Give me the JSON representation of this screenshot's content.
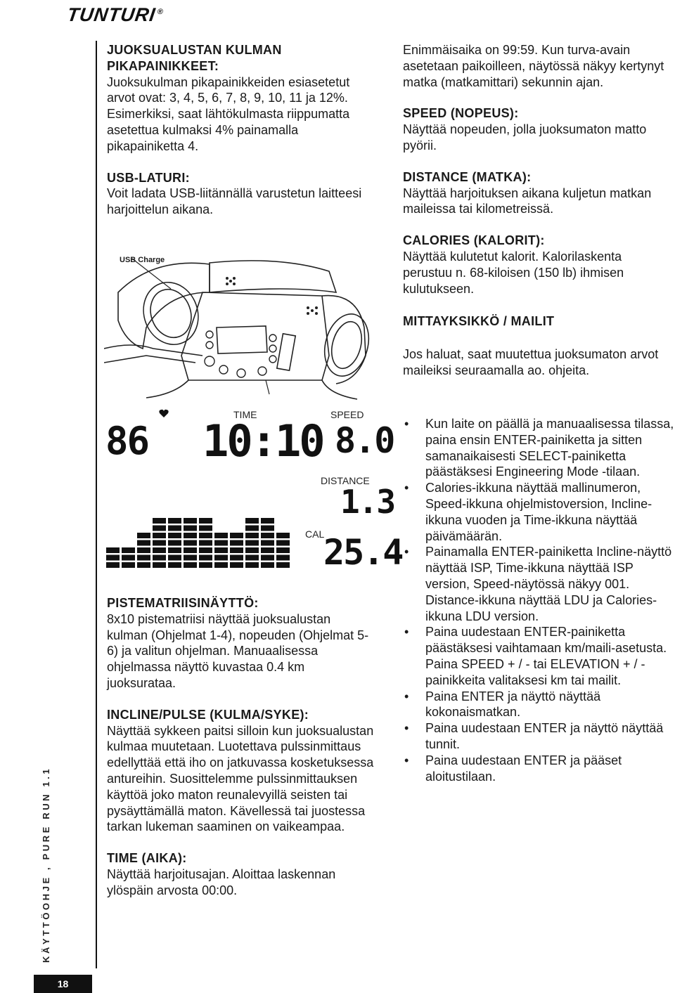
{
  "header": {
    "logo": "TUNTURI",
    "registered_mark": "®"
  },
  "sidebar": {
    "doc_title": "KÄYTTÖOHJE , PURE RUN 1.1",
    "page_number": "18"
  },
  "left_top": {
    "incline_heading": "JUOKSUALUSTAN KULMAN PIKAPAINIKKEET:",
    "incline_body": "Juoksukulman pikapainikkeiden esiasetetut arvot ovat: 3, 4, 5, 6, 7, 8, 9, 10, 11 ja 12%. Esimerkiksi, saat lähtökulmasta riippumatta asetettua kulmaksi 4% painamalla pikapainiketta 4.",
    "usb_heading": "USB-LATURI:",
    "usb_body": "Voit ladata USB-liitännällä varustetun laitteesi harjoittelun aikana."
  },
  "console_figure": {
    "callout": "USB Charge"
  },
  "lcd": {
    "pulse_value": "86",
    "time_label": "TIME",
    "time_value": "10:10",
    "speed_label": "SPEED",
    "speed_value": "8.0",
    "distance_label": "DISTANCE",
    "distance_value": "1.3",
    "cal_label": "CAL",
    "cal_value": "25.4",
    "matrix_levels": [
      3,
      3,
      5,
      7,
      7,
      7,
      7,
      5,
      5,
      7,
      7,
      5
    ]
  },
  "left_bottom": {
    "matrix_heading": "PISTEMATRIISINÄYTTÖ:",
    "matrix_body": "8x10 pistematriisi näyttää juoksualustan kulman (Ohjelmat 1-4), nopeuden (Ohjelmat 5-6) ja valitun ohjelman. Manuaalisessa ohjelmassa näyttö kuvastaa 0.4 km juoksurataa.",
    "pulse_heading": "INCLINE/PULSE (KULMA/SYKE):",
    "pulse_body": "Näyttää sykkeen paitsi silloin kun juoksualustan kulmaa muutetaan. Luotettava pulssinmittaus edellyttää että iho on jatkuvassa kosketuksessa antureihin. Suosittelemme pulssinmittauksen käyttöä joko maton reunalevyillä seisten tai pysäyttämällä maton. Kävellessä tai juostessa tarkan lukeman saaminen on vaikeampaa.",
    "time_heading": "TIME (AIKA):",
    "time_body": "Näyttää harjoitusajan. Aloittaa laskennan ylöspäin arvosta 00:00."
  },
  "right_top": {
    "time_cont": "Enimmäisaika on 99:59. Kun turva-avain asetetaan paikoilleen, näytössä näkyy kertynyt matka (matkamittari) sekunnin ajan.",
    "speed_heading": "SPEED (NOPEUS):",
    "speed_body": "Näyttää nopeuden, jolla juoksumaton matto pyörii.",
    "distance_heading": "DISTANCE (MATKA):",
    "distance_body": "Näyttää harjoituksen aikana kuljetun matkan maileissa tai kilometreissä.",
    "calories_heading": "CALORIES (KALORIT):",
    "calories_body": "Näyttää kulutetut kalorit. Kalorilaskenta perustuu n. 68-kiloisen (150 lb) ihmisen kulutukseen.",
    "unit_heading": "MITTAYKSIKKÖ / MAILIT",
    "unit_body": "Jos haluat, saat muutettua juoksumaton arvot maileiksi seuraamalla ao. ohjeita."
  },
  "right_bullets": [
    "Kun laite on päällä ja manuaalisessa tilassa, paina ensin ENTER-painiketta ja sitten samanaikaisesti SELECT-painiketta päästäksesi Engineering Mode -tilaan.",
    "Calories-ikkuna näyttää mallinumeron, Speed-ikkuna ohjelmistoversion, Incline-ikkuna vuoden ja Time-ikkuna näyttää päivämäärän.",
    "Painamalla ENTER-painiketta Incline-näyttö näyttää ISP, Time-ikkuna näyttää ISP version, Speed-näytössä näkyy 001. Distance-ikkuna näyttää LDU ja Calories-ikkuna LDU version.",
    "Paina uudestaan ENTER-painiketta päästäksesi vaihtamaan km/maili-asetusta. Paina SPEED + / - tai ELEVATION + / - painikkeita valitaksesi km tai mailit.",
    "Paina ENTER ja näyttö näyttää kokonaismatkan.",
    "Paina uudestaan ENTER ja näyttö näyttää tunnit.",
    "Paina uudestaan ENTER ja pääset aloitustilaan."
  ]
}
